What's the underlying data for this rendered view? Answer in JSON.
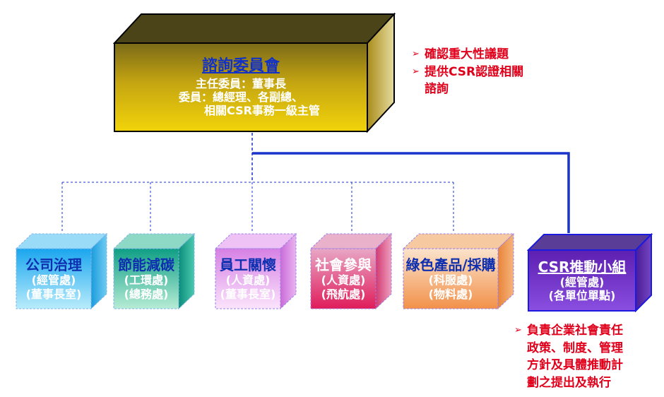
{
  "top": {
    "title": "諮詢委員會",
    "line1": "主任委員：董事長",
    "line2": "委員：總經理、各副總、",
    "line3": "相關CSR事務一級主管"
  },
  "top_notes": [
    {
      "text": "確認重大性議題"
    },
    {
      "text": "提供CSR認證相關"
    },
    {
      "text": "諮詢"
    }
  ],
  "committees": [
    {
      "title": "公司治理",
      "sub1": "(經管處)",
      "sub2": "(董事長室)"
    },
    {
      "title": "節能減碳",
      "sub1": "(工環處)",
      "sub2": "(總務處)"
    },
    {
      "title": "員工關懷",
      "sub1": "(人資處)",
      "sub2": "(董事長室)"
    },
    {
      "title": "社會參與",
      "sub1": "(人資處)",
      "sub2": "(飛航處)"
    },
    {
      "title": "綠色產品/採購",
      "sub1": "(科服處)",
      "sub2": "(物料處)"
    },
    {
      "title": "CSR推動小組",
      "sub1": "(經管處)",
      "sub2": "(各單位單點)"
    }
  ],
  "bottom_notes": [
    {
      "text": "負責企業社會責任"
    },
    {
      "text": "政策、制度、管理"
    },
    {
      "text": "方針及具體推動計"
    },
    {
      "text": "劃之提出及執行"
    }
  ],
  "colors": {
    "top_front": "#c9a70c",
    "csr_front": "#6a2bb8",
    "note_red": "#e0001b",
    "blue_line": "#1a33cc"
  }
}
